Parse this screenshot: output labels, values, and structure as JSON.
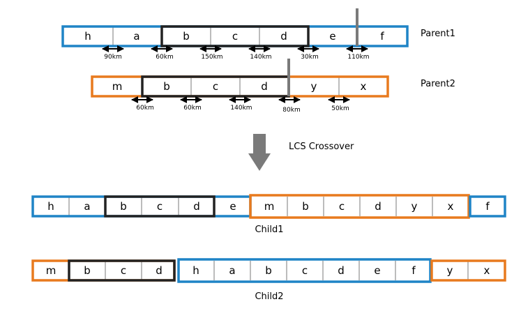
{
  "colors": {
    "blue": "#1f84c6",
    "orange": "#e87a1e",
    "black": "#222222",
    "gray": "#7a7a7a",
    "cell_border": "#7a7a7a"
  },
  "parent1": {
    "label": "Parent1",
    "cells": [
      "h",
      "a",
      "b",
      "c",
      "d",
      "e",
      "f"
    ],
    "distances": [
      "90km",
      "60km",
      "150km",
      "140km",
      "30km",
      "110km"
    ]
  },
  "parent2": {
    "label": "Parent2",
    "cells": [
      "m",
      "b",
      "c",
      "d",
      "y",
      "x"
    ],
    "distances": [
      "60km",
      "60km",
      "140km",
      "80km",
      "50km"
    ]
  },
  "operation": {
    "label": "LCS Crossover",
    "icon": "down-arrow-icon"
  },
  "child1": {
    "label": "Child1",
    "cells": [
      "h",
      "a",
      "b",
      "c",
      "d",
      "e",
      "m",
      "b",
      "c",
      "d",
      "y",
      "x",
      "f"
    ]
  },
  "child2": {
    "label": "Child2",
    "cells": [
      "m",
      "b",
      "c",
      "d",
      "h",
      "a",
      "b",
      "c",
      "d",
      "e",
      "f",
      "y",
      "x"
    ]
  }
}
